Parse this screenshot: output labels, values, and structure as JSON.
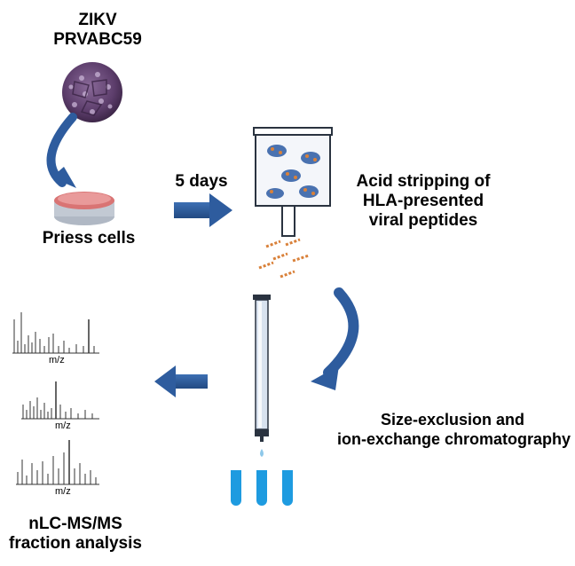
{
  "labels": {
    "virus_line1": "ZIKV",
    "virus_line2": "PRVABC59",
    "cells": "Priess cells",
    "duration": "5 days",
    "acid_line1": "Acid stripping of",
    "acid_line2": "HLA-presented",
    "acid_line3": "viral peptides",
    "chrom_line1": "Size-exclusion and",
    "chrom_line2": "ion-exchange chromatography",
    "nlc_line1": "nLC-MS/MS",
    "nlc_line2": "fraction analysis",
    "mz_1": "m/z",
    "mz_2": "m/z",
    "mz_3": "m/z"
  },
  "colors": {
    "arrow_blue": "#2e5c9e",
    "arrow_blue_dark": "#1f4476",
    "virus_purple": "#6b4a78",
    "dish_red": "#d97474",
    "column_fill": "#d8e2ef",
    "tube_blue": "#1e9be0",
    "peptide_orange": "#d9813a"
  },
  "icons": [
    "virus-icon",
    "petri-dish-icon",
    "filter-column-icon",
    "peptide-icon",
    "chromatography-column-icon",
    "collection-tube-icon",
    "mass-spectrum-icon"
  ]
}
